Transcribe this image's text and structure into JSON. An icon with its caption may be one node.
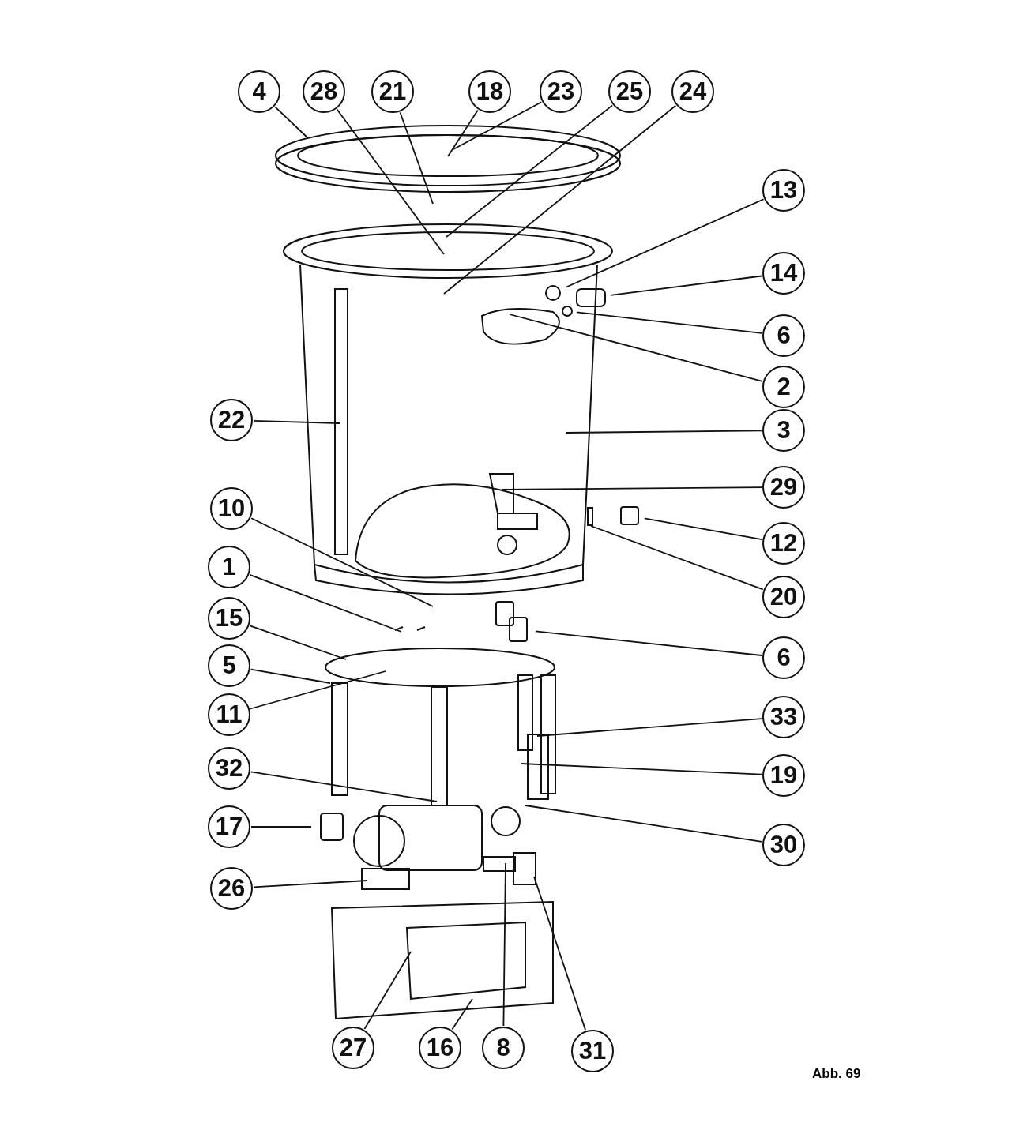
{
  "diagram": {
    "caption": "Abb. 69",
    "nodes": [
      {
        "text": [
          "4"
        ]
      },
      {
        "text": [
          "28"
        ]
      },
      {
        "text": [
          "21"
        ]
      },
      {
        "text": [
          "18"
        ]
      },
      {
        "text": [
          "23"
        ]
      },
      {
        "text": [
          "25"
        ]
      },
      {
        "text": [
          "24"
        ]
      },
      {
        "text": [
          "13"
        ]
      },
      {
        "text": [
          "14"
        ]
      },
      {
        "text": [
          "6"
        ]
      },
      {
        "text": [
          "2"
        ]
      },
      {
        "text": [
          "3"
        ]
      },
      {
        "text": [
          "22"
        ]
      },
      {
        "text": [
          "29"
        ]
      },
      {
        "text": [
          "10"
        ]
      },
      {
        "text": [
          "12"
        ]
      },
      {
        "text": [
          "1"
        ]
      },
      {
        "text": [
          "20"
        ]
      },
      {
        "text": [
          "15"
        ]
      },
      {
        "text": [
          "6"
        ]
      },
      {
        "text": [
          "5"
        ]
      },
      {
        "text": [
          "11"
        ]
      },
      {
        "text": [
          "33"
        ]
      },
      {
        "text": [
          "32"
        ]
      },
      {
        "text": [
          "19"
        ]
      },
      {
        "text": [
          "17"
        ]
      },
      {
        "text": [
          "30"
        ]
      },
      {
        "text": [
          "26"
        ]
      },
      {
        "text": [
          "27"
        ]
      },
      {
        "text": [
          "16"
        ]
      },
      {
        "text": [
          "8"
        ]
      },
      {
        "text": [
          "31"
        ]
      }
    ],
    "edges": [
      {
        "from": 0,
        "to": null,
        "arrow": "none"
      },
      {
        "from": 1,
        "to": null,
        "arrow": "none"
      },
      {
        "from": 2,
        "to": null,
        "arrow": "none"
      },
      {
        "from": 3,
        "to": null,
        "arrow": "none"
      },
      {
        "from": 4,
        "to": null,
        "arrow": "none"
      },
      {
        "from": 5,
        "to": null,
        "arrow": "none"
      },
      {
        "from": 6,
        "to": null,
        "arrow": "none"
      },
      {
        "from": 7,
        "to": null,
        "arrow": "none"
      },
      {
        "from": 8,
        "to": null,
        "arrow": "none"
      },
      {
        "from": 9,
        "to": null,
        "arrow": "none"
      },
      {
        "from": 10,
        "to": null,
        "arrow": "none"
      },
      {
        "from": 11,
        "to": null,
        "arrow": "none"
      },
      {
        "from": 12,
        "to": null,
        "arrow": "none"
      },
      {
        "from": 13,
        "to": null,
        "arrow": "none"
      },
      {
        "from": 14,
        "to": null,
        "arrow": "none"
      },
      {
        "from": 15,
        "to": null,
        "arrow": "none"
      },
      {
        "from": 16,
        "to": null,
        "arrow": "none"
      },
      {
        "from": 17,
        "to": null,
        "arrow": "none"
      },
      {
        "from": 18,
        "to": null,
        "arrow": "none"
      },
      {
        "from": 19,
        "to": null,
        "arrow": "none"
      },
      {
        "from": 20,
        "to": null,
        "arrow": "none"
      },
      {
        "from": 21,
        "to": null,
        "arrow": "none"
      },
      {
        "from": 22,
        "to": null,
        "arrow": "none"
      },
      {
        "from": 23,
        "to": null,
        "arrow": "none"
      },
      {
        "from": 24,
        "to": null,
        "arrow": "none"
      },
      {
        "from": 25,
        "to": null,
        "arrow": "none"
      },
      {
        "from": 26,
        "to": null,
        "arrow": "none"
      },
      {
        "from": 27,
        "to": null,
        "arrow": "none"
      },
      {
        "from": 28,
        "to": null,
        "arrow": "none"
      },
      {
        "from": 29,
        "to": null,
        "arrow": "none"
      },
      {
        "from": 30,
        "to": null,
        "arrow": "none"
      },
      {
        "from": 31,
        "to": null,
        "arrow": "none"
      }
    ]
  }
}
